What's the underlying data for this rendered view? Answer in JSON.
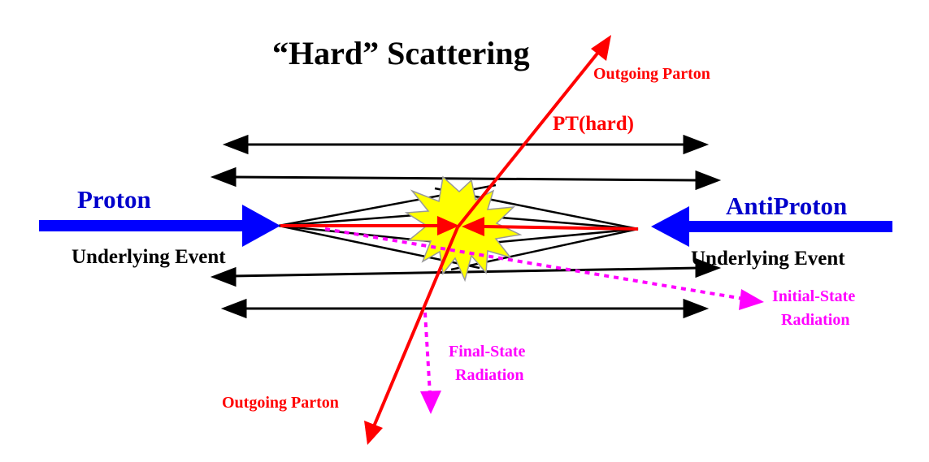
{
  "title": "“Hard” Scattering",
  "labels": {
    "proton": "Proton",
    "antiproton": "AntiProton",
    "underlying_event_left": "Underlying Event",
    "underlying_event_right": "Underlying Event",
    "outgoing_parton_top": "Outgoing Parton",
    "outgoing_parton_bottom": "Outgoing Parton",
    "pt_hard": "PT(hard)",
    "isr_line1": "Initial-State",
    "isr_line2": "Radiation",
    "fsr_line1": "Final-State",
    "fsr_line2": "Radiation"
  },
  "colors": {
    "beam": "#0000ff",
    "parton": "#ff0000",
    "radiation": "#ff00ff",
    "underlying": "#000000",
    "burst_fill": "#ffff00",
    "burst_stroke": "#999999",
    "title": "#000000",
    "beam_label": "#0000cc"
  }
}
